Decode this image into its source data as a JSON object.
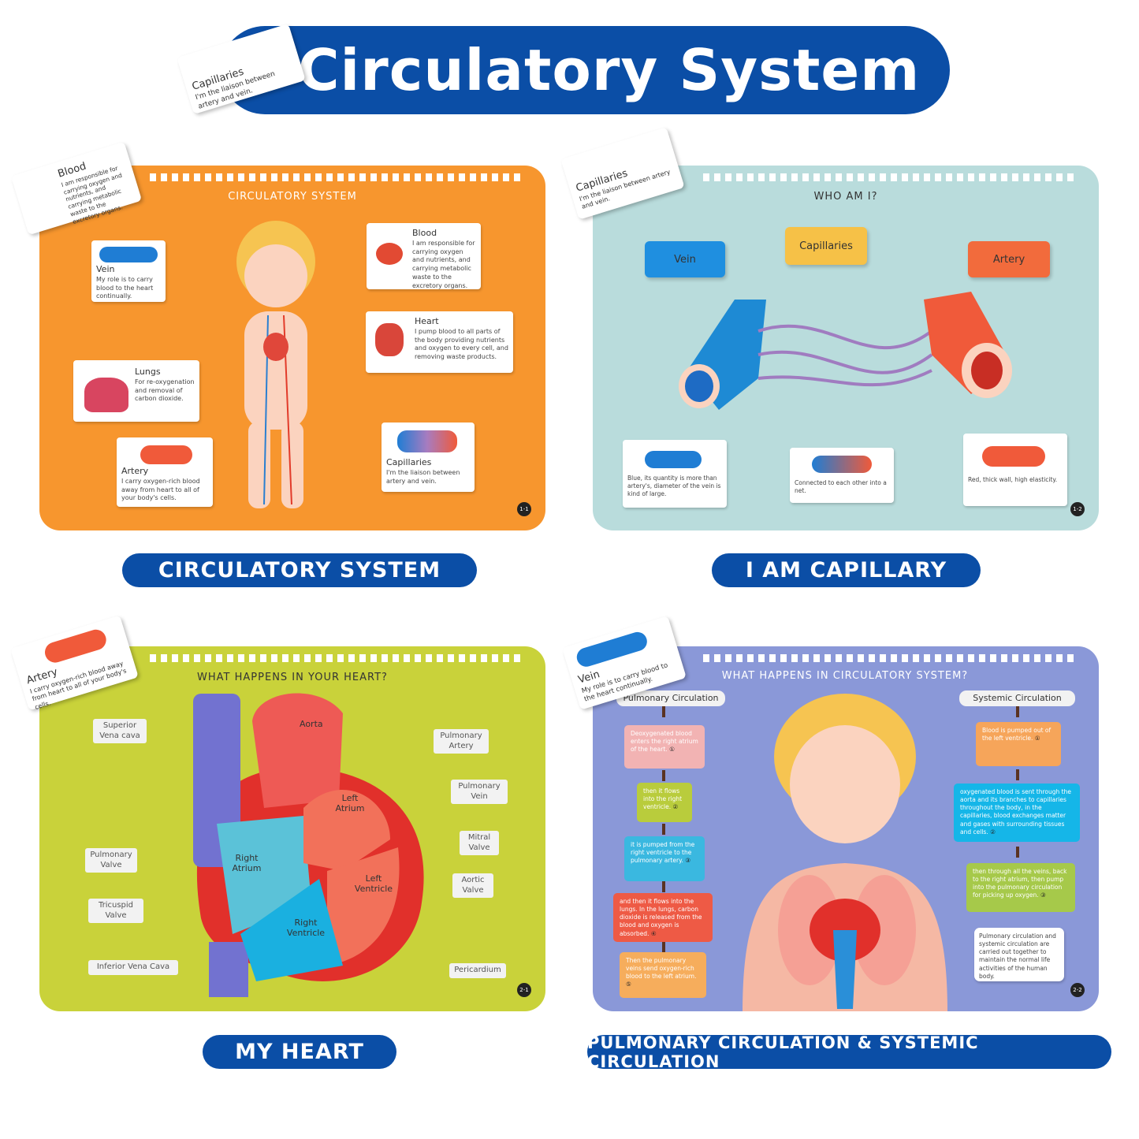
{
  "title": "Circulatory System",
  "title_card": {
    "heading": "Capillaries",
    "text": "I'm the liaison between artery and vein."
  },
  "panels": [
    {
      "name": "circulatory-system",
      "title": "CIRCULATORY SYSTEM",
      "page": "1-1",
      "color": "#f7962e",
      "float_card": {
        "heading": "Blood",
        "text": "I am responsible for carrying oxygen and nutrients, and carrying metabolic waste to the excretory organs."
      },
      "cards": {
        "vein": {
          "heading": "Vein",
          "text": "My role is to carry blood to the heart continually."
        },
        "blood": {
          "heading": "Blood",
          "text": "I am responsible for carrying oxygen and nutrients, and carrying metabolic waste to the excretory organs."
        },
        "heart": {
          "heading": "Heart",
          "text": "I pump blood to all parts of the body providing nutrients and oxygen to every cell, and removing waste products."
        },
        "lungs": {
          "heading": "Lungs",
          "text": "For re-oxygenation and removal of carbon dioxide."
        },
        "artery": {
          "heading": "Artery",
          "text": "I carry oxygen-rich blood away from heart to all of your body's cells."
        },
        "capillaries": {
          "heading": "Capillaries",
          "text": "I'm the liaison between artery and vein."
        }
      }
    },
    {
      "name": "who-am-i",
      "title": "WHO AM I?",
      "page": "1-2",
      "color": "#b9dcdc",
      "float_card": {
        "heading": "Capillaries",
        "text": "I'm the liaison between artery and vein."
      },
      "words": {
        "vein": "Vein",
        "capillaries": "Capillaries",
        "artery": "Artery"
      },
      "clues": {
        "vein": "Blue, its quantity is more than artery's, diameter of the vein is kind of large.",
        "capillaries": "Connected to each other into a net.",
        "artery": "Red, thick wall, high elasticity."
      }
    },
    {
      "name": "my-heart",
      "title": "WHAT HAPPENS IN YOUR HEART?",
      "page": "2-1",
      "color": "#c9d23a",
      "float_card": {
        "heading": "Artery",
        "text": "I carry oxygen-rich blood away from heart to all of your body's cells."
      },
      "tags": {
        "svc": "Superior Vena cava",
        "pa": "Pulmonary Artery",
        "pv": "Pulmonary Vein",
        "mv": "Mitral Valve",
        "av": "Aortic Valve",
        "pulv": "Pulmonary Valve",
        "tv": "Tricuspid Valve",
        "ivc": "Inferior Vena Cava",
        "peri": "Pericardium"
      },
      "parts": {
        "aorta": "Aorta",
        "la": "Left Atrium",
        "ra": "Right Atrium",
        "lv": "Left Ventricle",
        "rv": "Right Ventricle"
      }
    },
    {
      "name": "circulation",
      "title": "WHAT HAPPENS IN CIRCULATORY SYSTEM?",
      "page": "2-2",
      "color": "#8a98d8",
      "float_card": {
        "heading": "Vein",
        "text": "My role is to carry blood to the heart continually."
      },
      "pulmonary": {
        "heading": "Pulmonary Circulation",
        "steps": [
          {
            "text": "Deoxygenated blood enters the right atrium of the heart.",
            "num": "①",
            "color": "#f2b3b3"
          },
          {
            "text": "then it flows into the right ventricle.",
            "num": "②",
            "color": "#b9cc3c"
          },
          {
            "text": "it is pumped from the right ventricle to the pulmonary artery.",
            "num": "③",
            "color": "#3ab8e0"
          },
          {
            "text": "and then it flows into the lungs. In the lungs, carbon dioxide is released from the blood and oxygen is absorbed.",
            "num": "④",
            "color": "#ee5a45"
          },
          {
            "text": "Then the pulmonary veins send oxygen-rich blood to the left atrium.",
            "num": "⑤",
            "color": "#f6ad5c"
          }
        ]
      },
      "systemic": {
        "heading": "Systemic Circulation",
        "steps": [
          {
            "text": "Blood is pumped out of the left ventricle.",
            "num": "①",
            "color": "#f6a55a"
          },
          {
            "text": "oxygenated blood is sent through the aorta and its branches to capillaries throughout the body, in the capillaries, blood exchanges matter and gases with surrounding tissues and cells.",
            "num": "②",
            "color": "#15b6e8"
          },
          {
            "text": "then through all the veins, back to the right atrium, then pump into the pulmonary circulation for picking up oxygen.",
            "num": "③",
            "color": "#a6c94a"
          }
        ]
      },
      "note": "Pulmonary circulation and systemic circulation are carried out together to maintain the normal life activities of the human body."
    }
  ],
  "labels": [
    "CIRCULATORY SYSTEM",
    "I AM CAPILLARY",
    "MY HEART",
    "PULMONARY CIRCULATION & SYSTEMIC CIRCULATION"
  ]
}
